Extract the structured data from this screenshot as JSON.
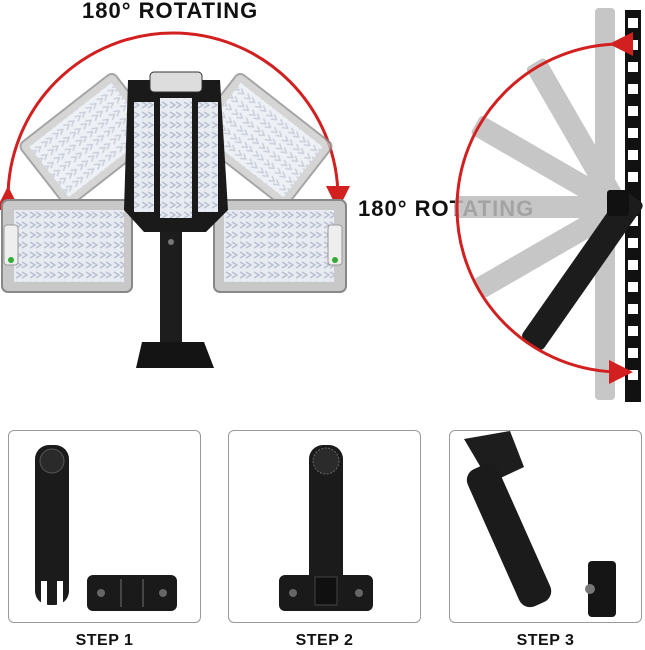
{
  "left_figure": {
    "caption": "180° ROTATING"
  },
  "right_figure": {
    "caption": "180° ROTATING"
  },
  "steps": [
    {
      "label": "STEP 1"
    },
    {
      "label": "STEP 2"
    },
    {
      "label": "STEP 3"
    }
  ],
  "colors": {
    "arc": "#d21f1f",
    "light": "#c8c8c8",
    "dark": "#1a1a1a",
    "panel_border": "#9a9a9a"
  },
  "icons": {
    "left": "rotating-solar-light-icon",
    "right": "mount-arm-rotation-icon",
    "step1": "bracket-parts-icon",
    "step2": "bracket-assembled-icon",
    "step3": "bracket-mounted-icon"
  }
}
